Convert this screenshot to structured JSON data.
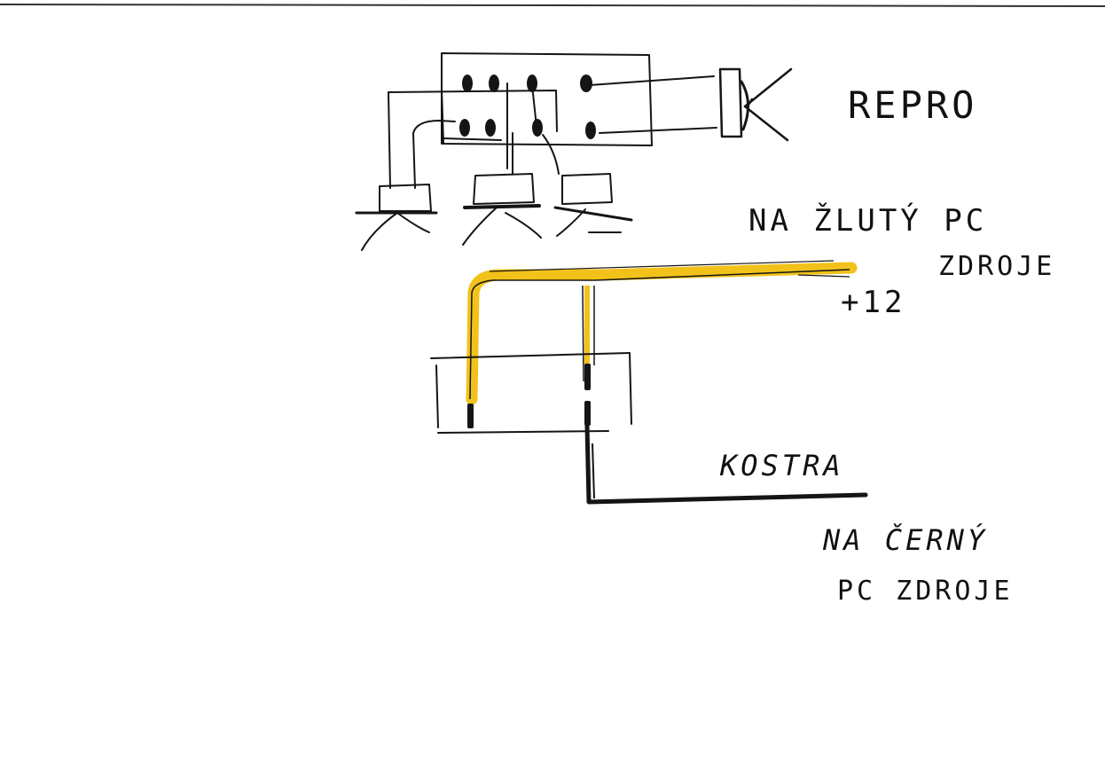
{
  "labels": {
    "repro": "REPRO",
    "yellow_line1": "NA ŽLUTÝ PC",
    "yellow_line2": "ZDROJE",
    "plus12": "+12",
    "kostra": "KOSTRA",
    "black_line1": "NA ČERNÝ",
    "black_line2": "PC ZDROJE"
  },
  "colors": {
    "ink": "#151515",
    "yellow_wire": "#f2c21a",
    "paper": "#ffffff"
  }
}
